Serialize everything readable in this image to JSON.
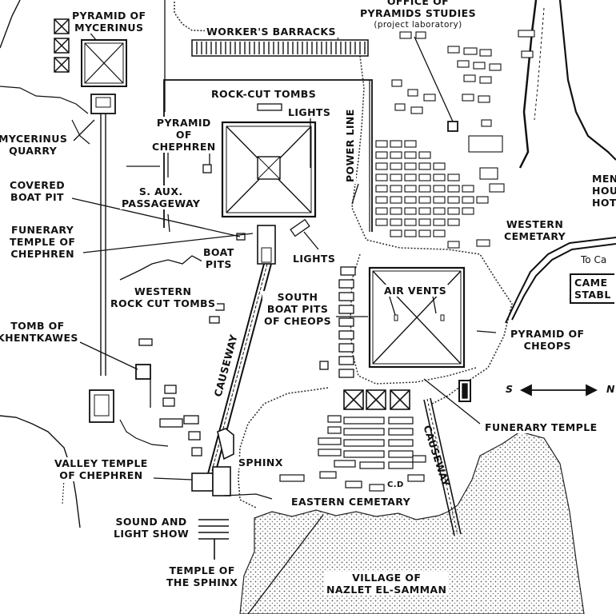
{
  "map": {
    "labels": {
      "pyramid_mycerinus_1": "PYRAMID OF",
      "pyramid_mycerinus_2": "MYCERINUS",
      "workers_barracks": "WORKER'S BARRACKS",
      "office_1": "OFFICE OF",
      "office_2": "PYRAMIDS STUDIES",
      "office_3": "(project laboratory)",
      "rock_cut_tombs": "ROCK-CUT TOMBS",
      "lights_top": "LIGHTS",
      "power_line": "POWER LINE",
      "mycerinus_quarry_1": "MYCERINUS",
      "mycerinus_quarry_2": "QUARRY",
      "pyramid_chephren_1": "PYRAMID",
      "pyramid_chephren_2": "OF",
      "pyramid_chephren_3": "CHEPHREN",
      "covered_boat_pit_1": "COVERED",
      "covered_boat_pit_2": "BOAT PIT",
      "s_aux_1": "S. AUX.",
      "s_aux_2": "PASSAGEWAY",
      "funerary_chephren_1": "FUNERARY",
      "funerary_chephren_2": "TEMPLE OF",
      "funerary_chephren_3": "CHEPHREN",
      "boat_pits_1": "BOAT",
      "boat_pits_2": "PITS",
      "lights_mid": "LIGHTS",
      "western_cemetary_1": "WESTERN",
      "western_cemetary_2": "CEMETARY",
      "mena_1": "MEN",
      "mena_2": "HOU",
      "mena_3": "HOT",
      "to_cairo": "To Ca",
      "camel_stable_1": "CAME",
      "camel_stable_2": "STABL",
      "western_rock_cut_1": "WESTERN",
      "western_rock_cut_2": "ROCK CUT TOMBS",
      "south_boat_pits_1": "SOUTH",
      "south_boat_pits_2": "BOAT PITS",
      "south_boat_pits_3": "OF CHEOPS",
      "air_vents": "AIR VENTS",
      "pyramid_cheops_1": "PYRAMID OF",
      "pyramid_cheops_2": "CHEOPS",
      "tomb_khentkawes_1": "TOMB OF",
      "tomb_khentkawes_2": "KHENTKAWES",
      "causeway_west": "CAUSEWAY",
      "compass_s": "S",
      "compass_n": "N",
      "funerary_temple_east": "FUNERARY TEMPLE",
      "sphinx": "SPHINX",
      "valley_temple_1": "VALLEY TEMPLE",
      "valley_temple_2": "OF CHEPHREN",
      "causeway_east": "CAUSEWAY",
      "eastern_cemetary": "EASTERN CEMETARY",
      "sound_light_1": "SOUND AND",
      "sound_light_2": "LIGHT SHOW",
      "temple_sphinx_1": "TEMPLE OF",
      "temple_sphinx_2": "THE SPHINX",
      "village_1": "VILLAGE OF",
      "village_2": "NAZLET EL-SAMMAN",
      "tomb_label_cd": "C.D"
    }
  }
}
